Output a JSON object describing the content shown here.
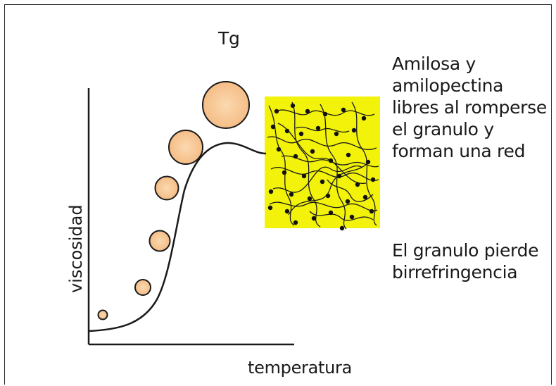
{
  "labels": {
    "tg": "Tg",
    "x_axis": "temperatura",
    "y_axis": "viscosidad"
  },
  "description_1": [
    "Amilosa y",
    "amilopectina",
    "libres al romperse",
    "el granulo y",
    "forman una red"
  ],
  "description_2": [
    "El granulo pierde",
    "birrefringencia"
  ],
  "colors": {
    "granule_fill": "#f8c896",
    "granule_stroke": "#1a1a1a",
    "network_background": "#f2f20a",
    "curve": "#1a1a1a"
  }
}
